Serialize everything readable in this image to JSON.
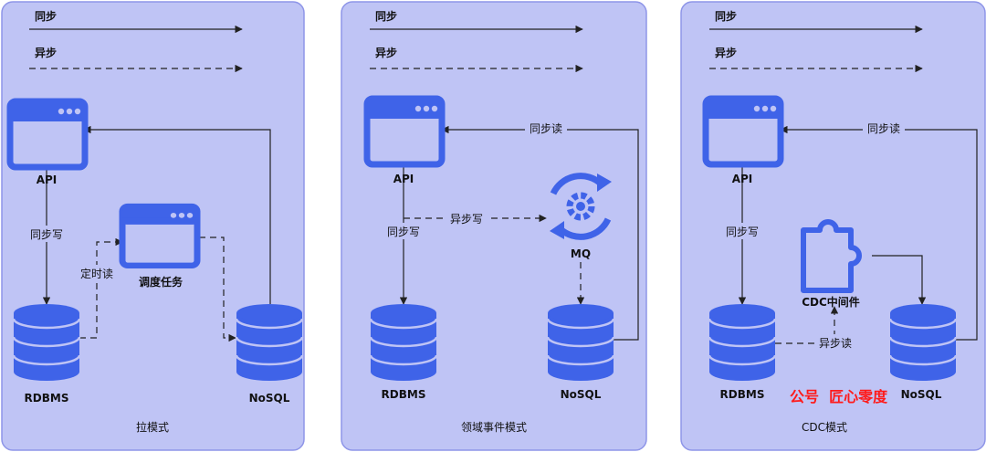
{
  "colors": {
    "panel_fill": "#bfc4f5",
    "panel_stroke": "#8e95e8",
    "icon_blue": "#3f63e8",
    "line": "#222222",
    "watermark": "#ff1a1a"
  },
  "legend": {
    "sync": "同步",
    "async": "异步"
  },
  "panels": [
    {
      "title": "拉模式",
      "api": "API",
      "rdbms": "RDBMS",
      "nosql": "NoSQL",
      "scheduler": "调度任务",
      "sync_write": "同步写",
      "timed_read": "定时读"
    },
    {
      "title": "领域事件模式",
      "api": "API",
      "rdbms": "RDBMS",
      "nosql": "NoSQL",
      "mq": "MQ",
      "sync_write": "同步写",
      "async_write": "异步写",
      "sync_read": "同步读"
    },
    {
      "title": "CDC模式",
      "api": "API",
      "rdbms": "RDBMS",
      "nosql": "NoSQL",
      "cdc": "CDC中间件",
      "sync_write": "同步写",
      "async_read": "异步读",
      "sync_read": "同步读"
    }
  ],
  "watermark": "公号  匠心零度",
  "icons": {
    "api": "browser-window-icon",
    "db": "database-icon",
    "mq": "gear-sync-icon",
    "cdc": "puzzle-icon"
  }
}
